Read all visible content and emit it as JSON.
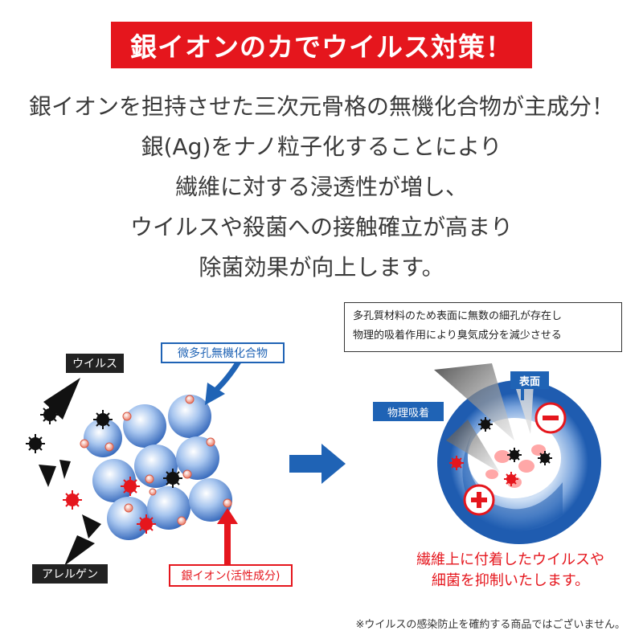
{
  "title": "銀イオンのカでウイルス対策！",
  "intro_lines": [
    "銀イオンを担持させた三次元骨格の無機化合物が主成分！",
    "銀(Ag)をナノ粒子化することにより",
    "繊維に対する浸透性が増し、",
    "ウイルスや殺菌への接触確立が高まり",
    "除菌効果が向上します。"
  ],
  "labels": {
    "virus": "ウイルス",
    "allergen": "アレルゲン",
    "porous": "微多孔無機化合物",
    "silver_ion": "銀イオン(活性成分)",
    "callout_line1": "多孔質材料のため表面に無数の細孔が存在し",
    "callout_line2": "物理的吸着作用により臭気成分を減少させる",
    "surface": "表面",
    "physical_adsorption": "物理吸着"
  },
  "result_lines": [
    "繊維上に付着したウイルスや",
    "細菌を抑制いたします。"
  ],
  "disclaimer": "※ウイルスの感染防止を確約する商品ではございません。",
  "colors": {
    "red": "#e5161d",
    "blue": "#1f63b5",
    "dark": "#222222"
  },
  "icons": {
    "minus": "minus-icon",
    "plus": "plus-icon",
    "arrow": "right-arrow-icon"
  }
}
